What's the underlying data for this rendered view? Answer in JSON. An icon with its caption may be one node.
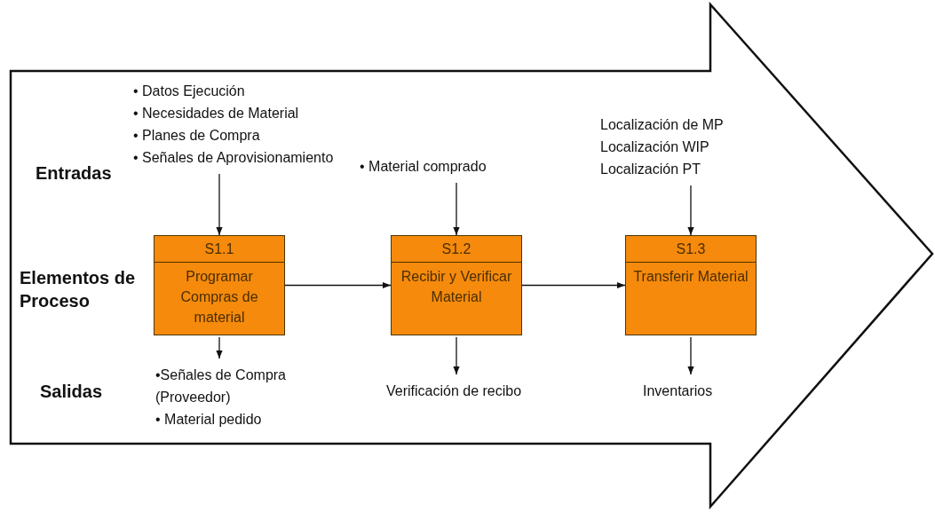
{
  "diagram": {
    "nodes": [
      {
        "text": [
          "• Datos Ejecución",
          "• Necesidades de Material",
          "• Planes de Compra",
          "• Señales de Aprovisionamiento"
        ]
      },
      {
        "text": [
          "S1.1",
          "Programar Compras de material"
        ]
      },
      {
        "text": [
          "•Señales de Compra",
          "(Proveedor)",
          "• Material pedido"
        ]
      },
      {
        "text": [
          "• Material comprado"
        ]
      },
      {
        "text": [
          "S1.2",
          "Recibir y Verificar Material"
        ]
      },
      {
        "text": [
          "Verificación de recibo"
        ]
      },
      {
        "text": [
          "Localización de MP",
          "Localización WIP",
          "Localización PT"
        ]
      },
      {
        "text": [
          "S1.3",
          "Transferir Material"
        ]
      },
      {
        "text": [
          "Inventarios"
        ]
      }
    ],
    "edges": [
      {
        "from": 0,
        "to": 1,
        "arrow": "to"
      },
      {
        "from": 1,
        "to": 2,
        "arrow": "to"
      },
      {
        "from": 1,
        "to": 4,
        "arrow": "to"
      },
      {
        "from": 3,
        "to": 4,
        "arrow": "to"
      },
      {
        "from": 4,
        "to": 5,
        "arrow": "to"
      },
      {
        "from": 4,
        "to": 7,
        "arrow": "to"
      },
      {
        "from": 6,
        "to": 7,
        "arrow": "to"
      },
      {
        "from": 7,
        "to": 8,
        "arrow": "to"
      }
    ],
    "labels": [
      "Entradas",
      "Elementos de Proceso",
      "Salidas"
    ]
  }
}
